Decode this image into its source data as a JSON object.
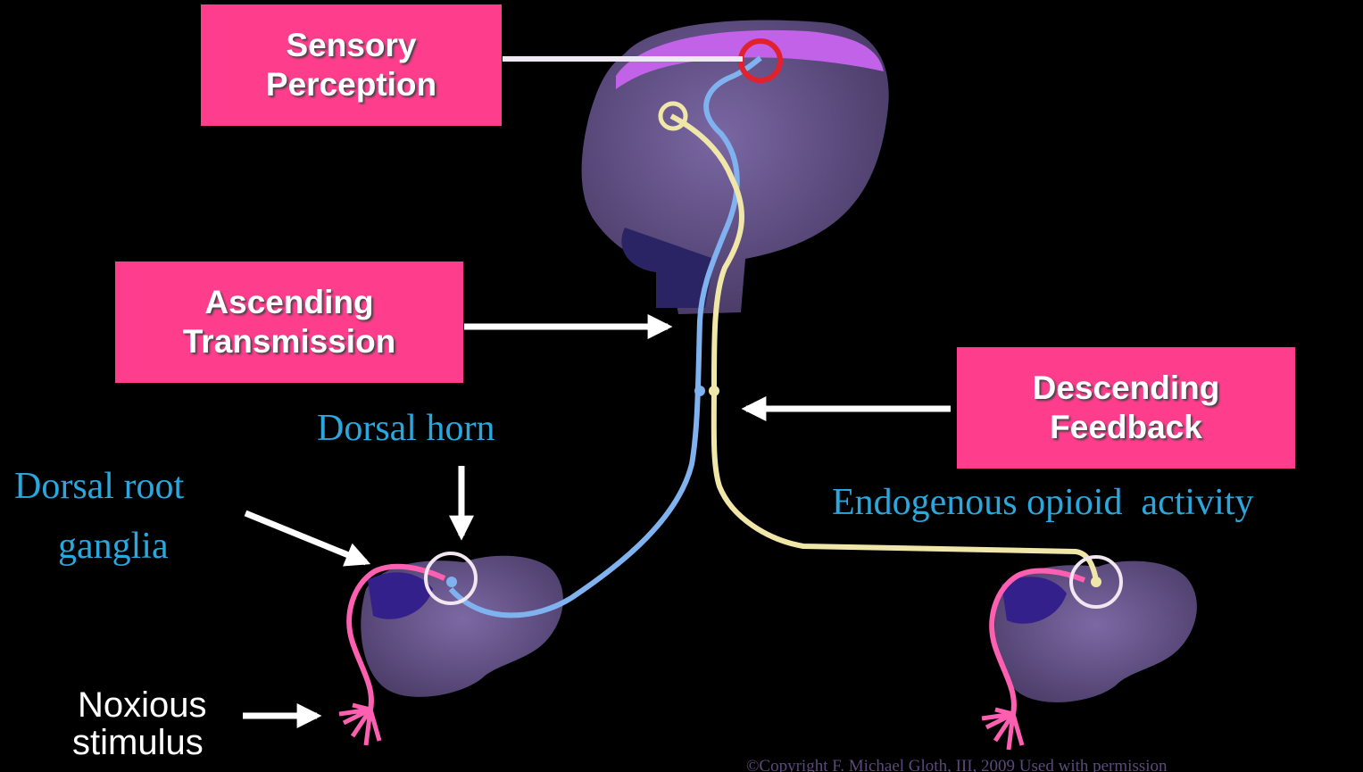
{
  "labels": {
    "sensory": [
      "Sensory",
      "Perception"
    ],
    "ascending": [
      "Ascending",
      "Transmission"
    ],
    "descending": [
      "Descending",
      "Feedback"
    ],
    "dorsal_horn": "Dorsal horn",
    "dorsal_root": [
      "Dorsal root",
      "ganglia"
    ],
    "endogenous": "Endogenous opioid  activity",
    "noxious": [
      "Noxious",
      "stimulus"
    ],
    "copyright": "©Copyright F. Michael Gloth, III, 2009 Used with permission"
  },
  "colors": {
    "box": "#ff3d8d",
    "ascending_path": "#7fb2ee",
    "descending_path": "#efe6a8",
    "sensory_nerve": "#ff5fb0",
    "cortex_highlight": "#c262e8",
    "brain": "#5d4b85",
    "label_text": "#2aa7dd",
    "cortex_marker": "#e0212e"
  },
  "icons": [
    "brain",
    "spinal-cord-section",
    "nerve-ending"
  ]
}
